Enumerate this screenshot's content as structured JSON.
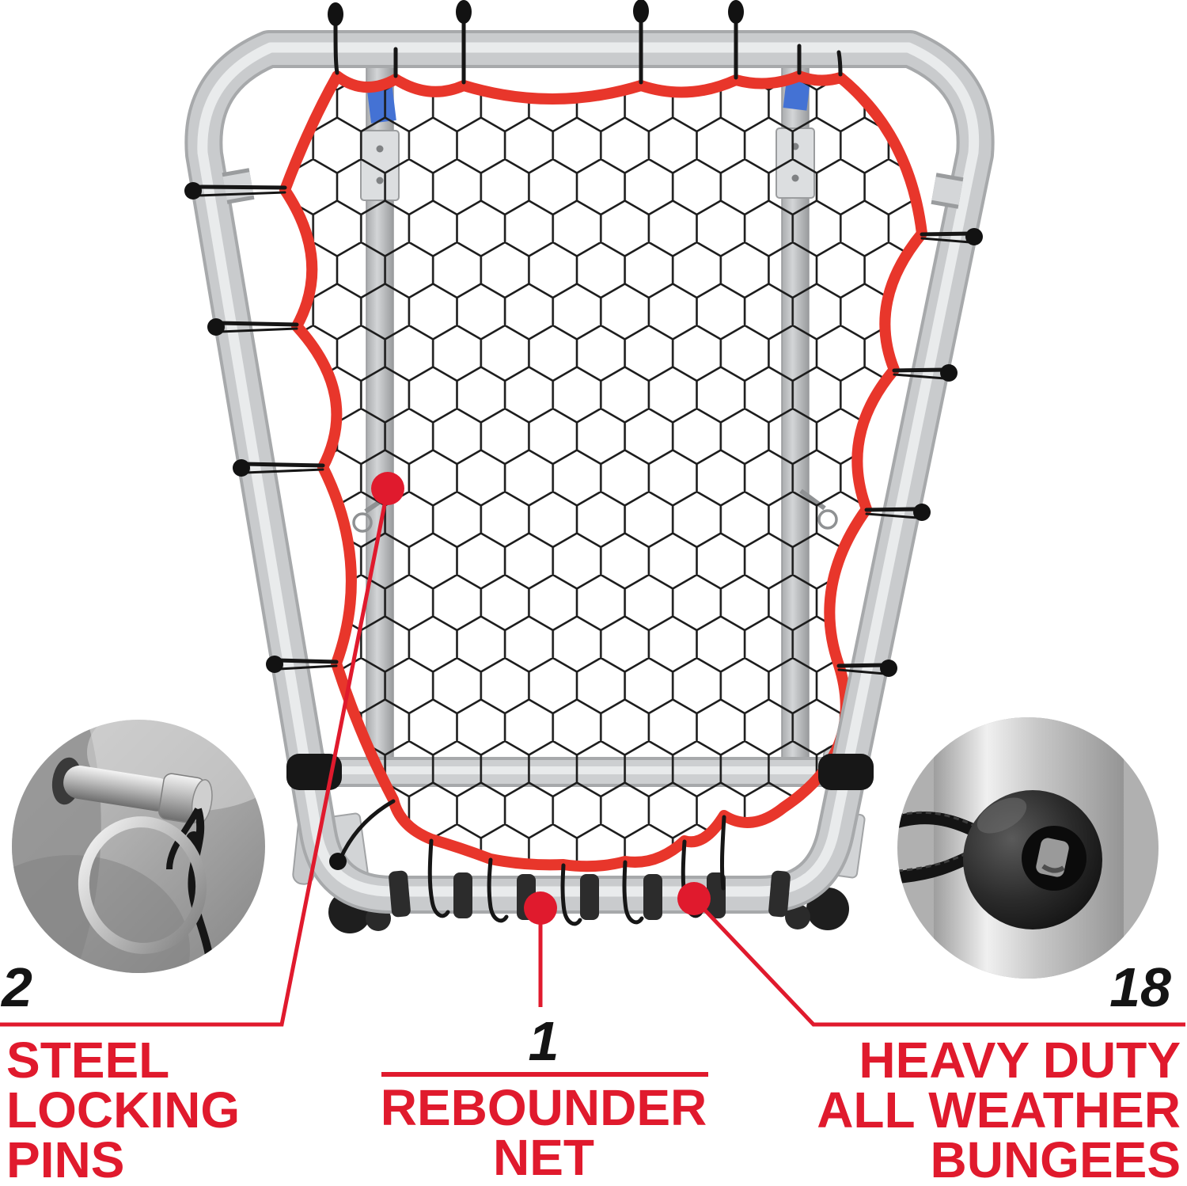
{
  "page": {
    "type": "product-infographic",
    "subject": "rebounder net with frame"
  },
  "callouts": {
    "left": {
      "count": "2",
      "lines": [
        "STEEL",
        "LOCKING",
        "PINS"
      ],
      "inset_icon": "steel-locking-pin-closeup"
    },
    "center": {
      "count": "1",
      "lines": [
        "REBOUNDER",
        "NET"
      ]
    },
    "right": {
      "count": "18",
      "lines": [
        "HEAVY DUTY",
        "ALL WEATHER",
        "BUNGEES"
      ],
      "inset_icon": "bungee-ball-closeup"
    }
  },
  "colors": {
    "accent_red": "#e01a2d",
    "trim_red": "#e8362b",
    "number_black": "#141414",
    "frame_silver": "#c9cbcd",
    "frame_shadow": "#a7a9ab",
    "frame_highlight": "#e9ebec",
    "net_color": "#1c1c1c",
    "post_gray": "#bfc1c3",
    "tape_blue": "#4472d4"
  }
}
